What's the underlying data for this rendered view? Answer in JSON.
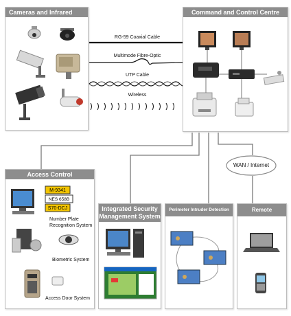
{
  "panels": {
    "cameras": {
      "title": "Cameras and Infrared Light"
    },
    "command": {
      "title": "Command and Control Centre"
    },
    "access": {
      "title": "Access Control",
      "items": {
        "plate": "Number Plate\nRecognition System",
        "biometric": "Biometric System",
        "door": "Access Door System"
      },
      "plates": [
        "M-9341",
        "NES 658B",
        "S70-DCJ"
      ]
    },
    "isms": {
      "title": "Integrated Security\nManagement System"
    },
    "pids": {
      "title": "Perimeter Intruder Detection System"
    },
    "remote": {
      "title": "Remote Monitoring"
    }
  },
  "cables": {
    "coax": "RG-59 Coaxial Cable",
    "fibre": "Multimode Fibre-Optic",
    "utp": "UTP Cable",
    "wireless": "Wireless"
  },
  "network": {
    "wan_label": "WAN / Internet"
  },
  "colors": {
    "header_bg": "#8d8d8d",
    "panel_border": "#bdbdbd",
    "connector": "#777777"
  }
}
